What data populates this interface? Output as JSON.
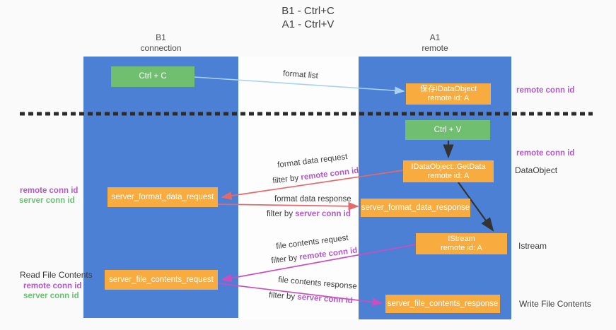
{
  "title": {
    "line1": "B1 - Ctrl+C",
    "line2": "A1 - Ctrl+V"
  },
  "lanes": {
    "left": {
      "title": "B1",
      "subtitle": "connection"
    },
    "right": {
      "title": "A1",
      "subtitle": "remote"
    }
  },
  "nodes": {
    "ctrl_c": {
      "label": "Ctrl + C"
    },
    "save_dataobject": {
      "line1": "保存IDataObject",
      "line2": "remote id: A"
    },
    "ctrl_v": {
      "label": "Ctrl + V"
    },
    "getdata": {
      "line1": "IDataObject::GetData",
      "line2": "remote id: A"
    },
    "format_request": {
      "label": "server_format_data_request"
    },
    "format_response": {
      "label": "server_format_data_response"
    },
    "istream": {
      "line1": "IStream",
      "line2": "remote id: A"
    },
    "file_request": {
      "label": "server_file_contents_request"
    },
    "file_response": {
      "label": "server_file_contents_response"
    }
  },
  "flow_labels": {
    "format_list": "format list",
    "format_data_request": "format data request",
    "format_data_request_filter": {
      "prefix": "filter by ",
      "key": "remote conn id"
    },
    "format_data_response": "format data response",
    "format_data_response_filter": {
      "prefix": "filter by ",
      "key": "server conn id"
    },
    "file_contents_request": "file contents request",
    "file_contents_request_filter": {
      "prefix": "filter by ",
      "key": "remote conn id"
    },
    "file_contents_response": "file contents response",
    "file_contents_response_filter": {
      "prefix": "filter by ",
      "key": "server conn id"
    }
  },
  "side_labels": {
    "right_top_remote_conn": "remote conn id",
    "right_mid_remote_conn": "remote conn id",
    "dataobject": "DataObject",
    "istream": "Istream",
    "write_file_contents": "Write File Contents",
    "left_top_remote_conn": "remote conn id",
    "left_top_server_conn": "server conn id",
    "read_file_contents": "Read File Contents",
    "left_bottom_remote_conn": "remote conn id",
    "left_bottom_server_conn": "server conn id"
  },
  "colors": {
    "lane_blue": "#4b80d5",
    "node_orange": "#f8ac3f",
    "node_green": "#70bf71",
    "arrow_red": "#e5696a",
    "arrow_magenta": "#c94fc0",
    "arrow_lightblue": "#a9d2ef",
    "arrow_black": "#333333",
    "text_purple": "#b05ac8",
    "text_green": "#6cbf74"
  }
}
